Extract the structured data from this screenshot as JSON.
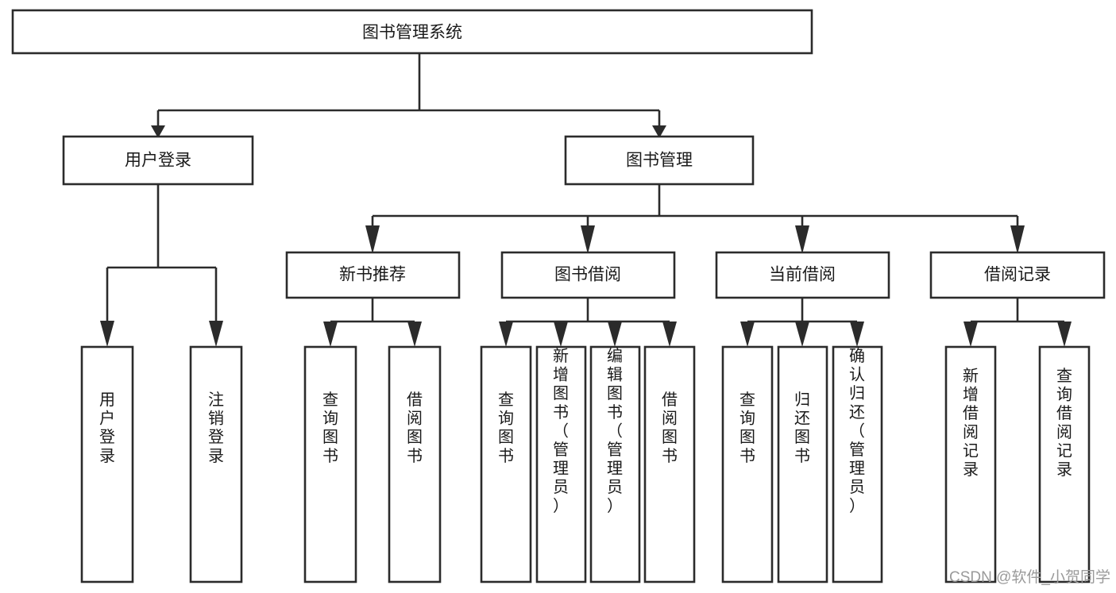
{
  "diagram": {
    "title": "图书管理系统",
    "type": "tree-hierarchy",
    "root": {
      "id": "root",
      "label": "图书管理系统"
    },
    "level2": [
      {
        "id": "user-login",
        "label": "用户登录"
      },
      {
        "id": "book-manage",
        "label": "图书管理"
      }
    ],
    "level3": [
      {
        "id": "new-book-rec",
        "label": "新书推荐",
        "parent": "book-manage"
      },
      {
        "id": "book-borrow",
        "label": "图书借阅",
        "parent": "book-manage"
      },
      {
        "id": "current-borrow",
        "label": "当前借阅",
        "parent": "book-manage"
      },
      {
        "id": "borrow-record",
        "label": "借阅记录",
        "parent": "book-manage"
      }
    ],
    "leaves": [
      {
        "id": "leaf-user-login",
        "label": "用户登录",
        "parent": "user-login"
      },
      {
        "id": "leaf-user-logout",
        "label": "注销登录",
        "parent": "user-login"
      },
      {
        "id": "leaf-query-book-1",
        "label": "查询图书",
        "parent": "new-book-rec"
      },
      {
        "id": "leaf-borrow-book-1",
        "label": "借阅图书",
        "parent": "new-book-rec"
      },
      {
        "id": "leaf-query-book-2",
        "label": "查询图书",
        "parent": "book-borrow"
      },
      {
        "id": "leaf-add-book",
        "label": "新增图书（管理员）",
        "parent": "book-borrow"
      },
      {
        "id": "leaf-edit-book",
        "label": "编辑图书（管理员）",
        "parent": "book-borrow"
      },
      {
        "id": "leaf-borrow-book-2",
        "label": "借阅图书",
        "parent": "book-borrow"
      },
      {
        "id": "leaf-query-book-3",
        "label": "查询图书",
        "parent": "current-borrow"
      },
      {
        "id": "leaf-return-book",
        "label": "归还图书",
        "parent": "current-borrow"
      },
      {
        "id": "leaf-confirm-return",
        "label": "确认归还（管理员）",
        "parent": "current-borrow"
      },
      {
        "id": "leaf-add-record",
        "label": "新增借阅记录",
        "parent": "borrow-record"
      },
      {
        "id": "leaf-query-record",
        "label": "查询借阅记录",
        "parent": "borrow-record"
      }
    ],
    "watermark": "CSDN @软件_小贺同学",
    "colors": {
      "stroke": "#2b2b2b",
      "fill": "#ffffff",
      "text": "#1a1a1a",
      "watermark": "#9a9a9a",
      "background": "#ffffff"
    }
  }
}
